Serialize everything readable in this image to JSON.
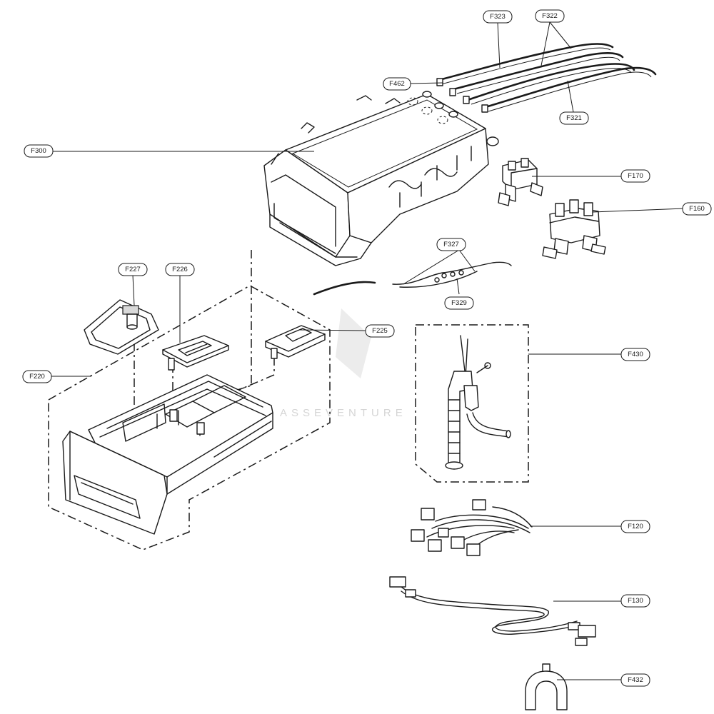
{
  "diagram": {
    "watermark": "ASSEVENTURE",
    "callouts": {
      "f323": "F323",
      "f322": "F322",
      "f462": "F462",
      "f321": "F321",
      "f300": "F300",
      "f170": "F170",
      "f160": "F160",
      "f327": "F327",
      "f329": "F329",
      "f227": "F227",
      "f226": "F226",
      "f225": "F225",
      "f220": "F220",
      "f430": "F430",
      "f120": "F120",
      "f130": "F130",
      "f432": "F432"
    }
  }
}
